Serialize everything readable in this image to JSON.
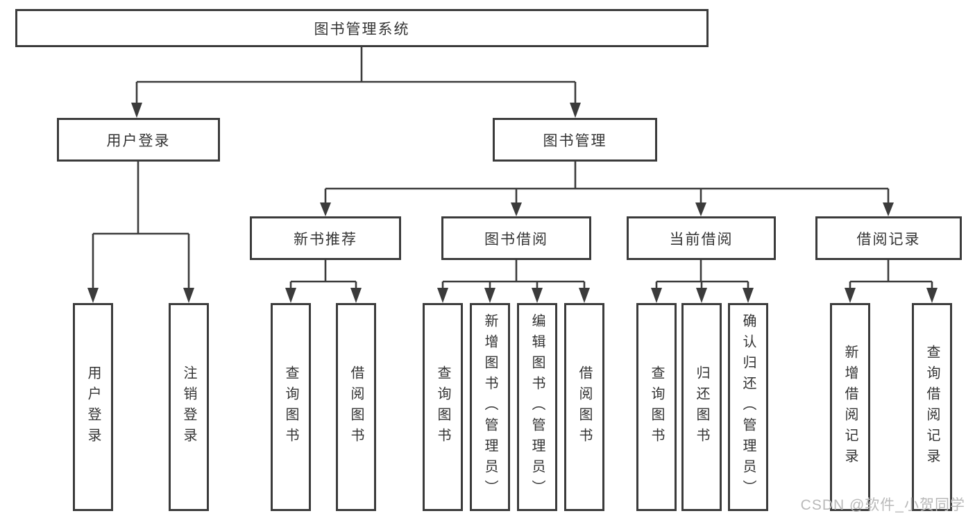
{
  "tree": {
    "root": "图书管理系统",
    "level1": [
      {
        "label": "用户登录"
      },
      {
        "label": "图书管理"
      }
    ],
    "level2": [
      {
        "label": "新书推荐"
      },
      {
        "label": "图书借阅"
      },
      {
        "label": "当前借阅"
      },
      {
        "label": "借阅记录"
      }
    ],
    "leaves": {
      "user_login": [
        "用户登录",
        "注销登录"
      ],
      "new_book": [
        "查询图书",
        "借阅图书"
      ],
      "book_borrow": [
        "查询图书",
        "新增图书（管理员）",
        "编辑图书（管理员）",
        "借阅图书"
      ],
      "current_borrow": [
        "查询图书",
        "归还图书",
        "确认归还（管理员）"
      ],
      "borrow_record": [
        "新增借阅记录",
        "查询借阅记录"
      ]
    }
  },
  "watermark": {
    "text": "CSDN @软件_小贺同学"
  },
  "colors": {
    "line": "#3b3b3b",
    "text": "#333333",
    "watermark": "#b9b9b9",
    "background": "#ffffff"
  }
}
